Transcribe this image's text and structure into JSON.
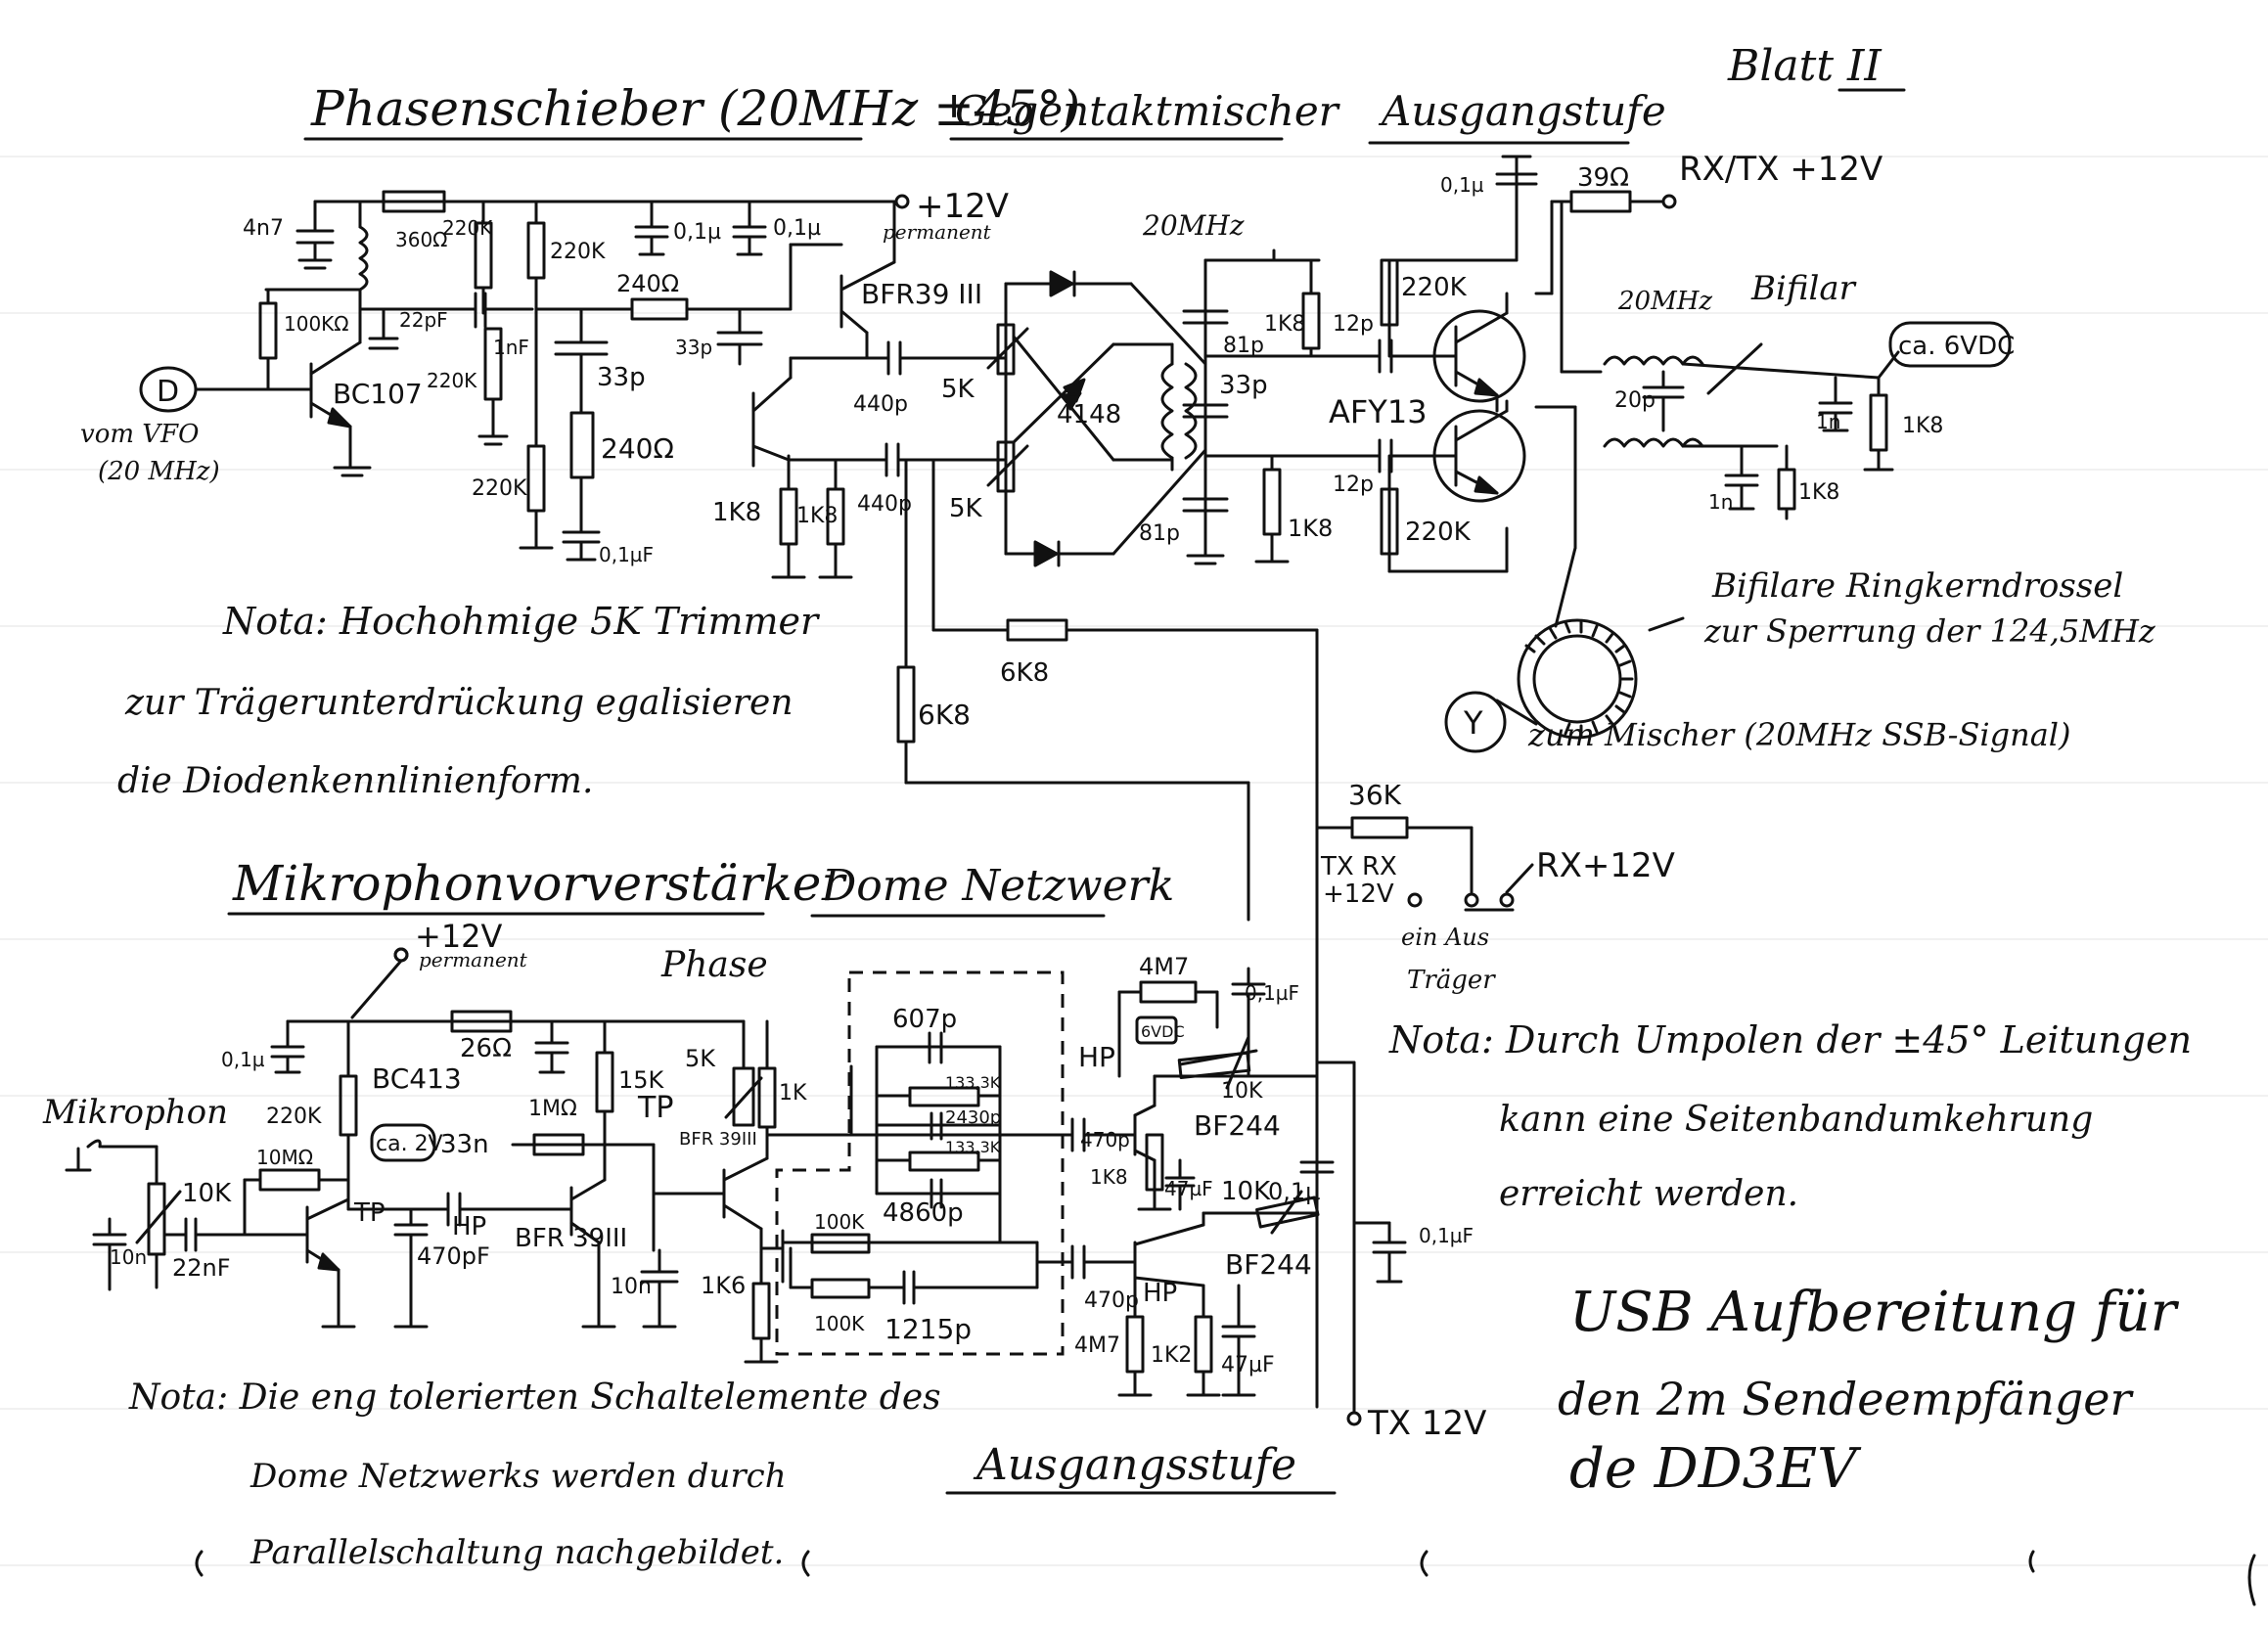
{
  "sheet": {
    "page_label": "Blatt II"
  },
  "sections": {
    "phase_shifter": "Phasenschieber (20MHz ±45°)",
    "push_pull_mixer": "Gegentaktmischer",
    "output_stage_top": "Ausgangstufe",
    "mic_preamp": "Mikrophonvorverstärker",
    "dome_network": "Dome Netzwerk",
    "output_stage_bottom": "Ausgangsstufe"
  },
  "notes": {
    "note1_line1": "Nota: Hochohmige 5K Trimmer",
    "note1_line2": "zur Trägerunterdrückung egalisieren",
    "note1_line3": "die Diodenkennlinienform.",
    "note2_line1": "Nota: Durch Umpolen der ±45° Leitungen",
    "note2_line2": "kann eine Seitenbandumkehrung",
    "note2_line3": "erreicht werden.",
    "note3_line1": "Nota: Die eng tolerierten Schaltelemente des",
    "note3_line2": "Dome Netzwerks werden durch",
    "note3_line3": "Parallelschaltung nachgebildet."
  },
  "title_block": {
    "line1": "USB Aufbereitung für",
    "line2": "den 2m Sendeempfänger",
    "line3": "de DD3EV"
  },
  "terminals": {
    "D": "D",
    "D_desc1": "vom VFO",
    "D_desc2": "(20 MHz)",
    "Y": "Y",
    "Y_desc": "zum Mischer (20MHz SSB-Signal)",
    "plus12v_top": "+12V",
    "permanent_top": "permanent",
    "rxtx12v": "RX/TX +12V",
    "rx12v": "RX+12V",
    "txrx12v_1": "TX RX",
    "txrx12v_2": "+12V",
    "ein_aus": "ein Aus",
    "traeger": "Träger",
    "tx12v": "TX 12V",
    "plus12v_bottom": "+12V",
    "permanent_bottom": "permanent",
    "mikrophon": "Mikrophon",
    "ca6vdc": "ca. 6VDC",
    "ca2v": "ca. 2V",
    "bifilar": "Bifilar",
    "bifilar_choke_1": "Bifilare Ringkerndrossel",
    "bifilar_choke_2": "zur Sperrung der 124,5MHz",
    "freq_20mhz_a": "20MHz",
    "freq_20mhz_b": "20MHz",
    "phase": "Phase",
    "tp1": "TP",
    "tp2": "TP",
    "hp1": "HP",
    "hp2": "HP",
    "hp3": "HP",
    "vdc": "6VDC"
  },
  "parts_top": {
    "c_4n7": "4n7",
    "r_360": "360Ω",
    "r_220k_a": "220K",
    "r_220k_b": "220K",
    "c_01u_a": "0,1µ",
    "c_01u_b": "0,1µ",
    "r_240_a": "240Ω",
    "c_33p_a": "33p",
    "t_bfr39": "BFR39 III",
    "r_100k": "100KΩ",
    "c_22p": "22pF",
    "c_1n": "1nF",
    "r_220k_c": "220K",
    "r_220k_d": "220K",
    "t_bc107": "BC107",
    "c_33p_b": "33p",
    "r_240_b": "240Ω",
    "c_01uf": "0,1µF",
    "c_440p_a": "440p",
    "c_440p_b": "440p",
    "r_1k8_a": "1K8",
    "r_1k8_b": "1K8",
    "pot_5k_a": "5K",
    "pot_5k_b": "5K",
    "d_4148": "4148",
    "r_6k8_a": "6K8",
    "r_6k8_b": "6K8",
    "c_81p_a": "81p",
    "c_81p_b": "81p",
    "c_33p_c": "33p",
    "r_1k8_c": "1K8",
    "r_1k8_d": "1K8",
    "c_12p_a": "12p",
    "c_12p_b": "12p",
    "r_220k_e": "220K",
    "r_220k_f": "220K",
    "t_afy13": "AFY13",
    "c_01u_c": "0,1µ",
    "r_39": "39Ω",
    "c_20p": "20p",
    "c_1n_a": "1n",
    "c_1n_b": "1n",
    "r_1k8_e": "1K8",
    "r_1k8_f": "1K8",
    "r_36k": "36K"
  },
  "parts_bottom": {
    "c_01u_d": "0,1µ",
    "r_26": "26Ω",
    "t_bc413": "BC413",
    "r_220k_g": "220K",
    "r_10m": "10MΩ",
    "r_1m": "1MΩ",
    "r_15k": "15K",
    "c_33n": "33n",
    "c_470pf_a": "470pF",
    "t_bfr39_b": "BFR 39III",
    "t_bfr39_c": "BFR 39III",
    "pot_10k": "10K",
    "c_10n_a": "10n",
    "c_22nf": "22nF",
    "c_10n_b": "10n",
    "r_1k6": "1K6",
    "pot_5k_c": "5K",
    "r_1k_a": "1K",
    "c_607p": "607p",
    "r_133k_a": "133,3K",
    "c_2430p": "2430p",
    "r_133k_b": "133,3K",
    "c_4860p": "4860p",
    "r_100k_a": "100K",
    "r_100k_b": "100K",
    "c_1215p": "1215p",
    "r_4m7": "4M7",
    "c_01uf_b": "0,1µF",
    "c_470p_b": "470p",
    "r_1k8_g": "1K8",
    "c_47uf_a": "47µF",
    "pot_10k_b": "10K",
    "t_bf244_a": "BF244",
    "pot_10k_c": "10K",
    "c_01u_e": "0,1µ",
    "t_bf244_b": "BF244",
    "c_01uf_c": "0,1µF",
    "c_470p_c": "470p",
    "r_4m7_b": "4M7",
    "r_1k2": "1K2",
    "c_47uf_b": "47µF"
  }
}
